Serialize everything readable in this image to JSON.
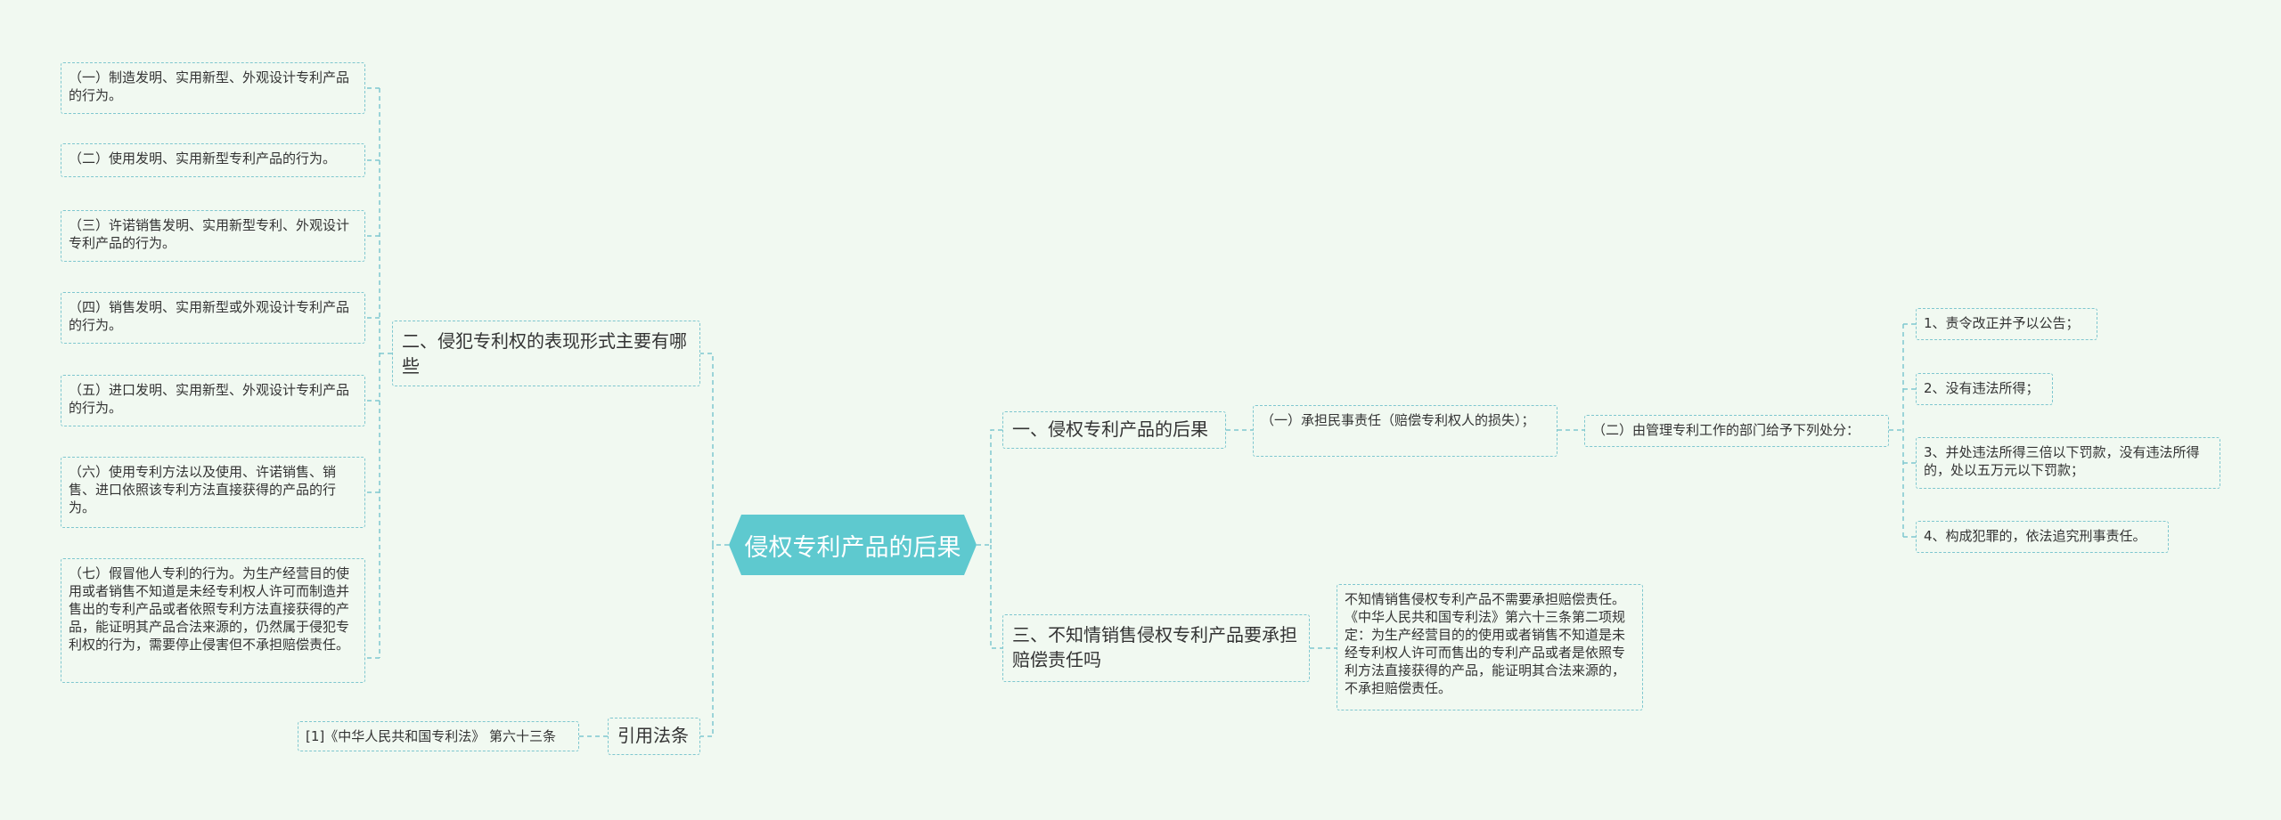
{
  "central": "侵权专利产品的后果",
  "left": {
    "branch2": {
      "title": "二、侵犯专利权的表现形式主要有哪些",
      "items": [
        "（一）制造发明、实用新型、外观设计专利产品的行为。",
        "（二）使用发明、实用新型专利产品的行为。",
        "（三）许诺销售发明、实用新型专利、外观设计专利产品的行为。",
        "（四）销售发明、实用新型或外观设计专利产品的行为。",
        "（五）进口发明、实用新型、外观设计专利产品的行为。",
        "（六）使用专利方法以及使用、许诺销售、销售、进口依照该专利方法直接获得的产品的行为。",
        "（七）假冒他人专利的行为。为生产经营目的使用或者销售不知道是未经专利权人许可而制造并售出的专利产品或者依照专利方法直接获得的产品，能证明其产品合法来源的，仍然属于侵犯专利权的行为，需要停止侵害但不承担赔偿责任。"
      ]
    },
    "citation": {
      "title": "引用法条",
      "item": "[1]《中华人民共和国专利法》 第六十三条"
    }
  },
  "right": {
    "branch1": {
      "title": "一、侵权专利产品的后果",
      "sub1": "（一）承担民事责任（赔偿专利权人的损失）；",
      "sub2": "（二）由管理专利工作的部门给予下列处分：",
      "items": [
        "1、责令改正并予以公告；",
        "2、没有违法所得；",
        "3、并处违法所得三倍以下罚款，没有违法所得的，处以五万元以下罚款；",
        "4、构成犯罪的，依法追究刑事责任。"
      ]
    },
    "branch3": {
      "title": "三、不知情销售侵权专利产品要承担赔偿责任吗",
      "detail": "不知情销售侵权专利产品不需要承担赔偿责任。《中华人民共和国专利法》第六十三条第二项规定：为生产经营目的的使用或者销售不知道是未经专利权人许可而售出的专利产品或者是依照专利方法直接获得的产品，能证明其合法来源的，不承担赔偿责任。"
    }
  },
  "colors": {
    "background": "#f1f9f1",
    "central": "#5ec9cf",
    "border": "#7fc7cf"
  }
}
